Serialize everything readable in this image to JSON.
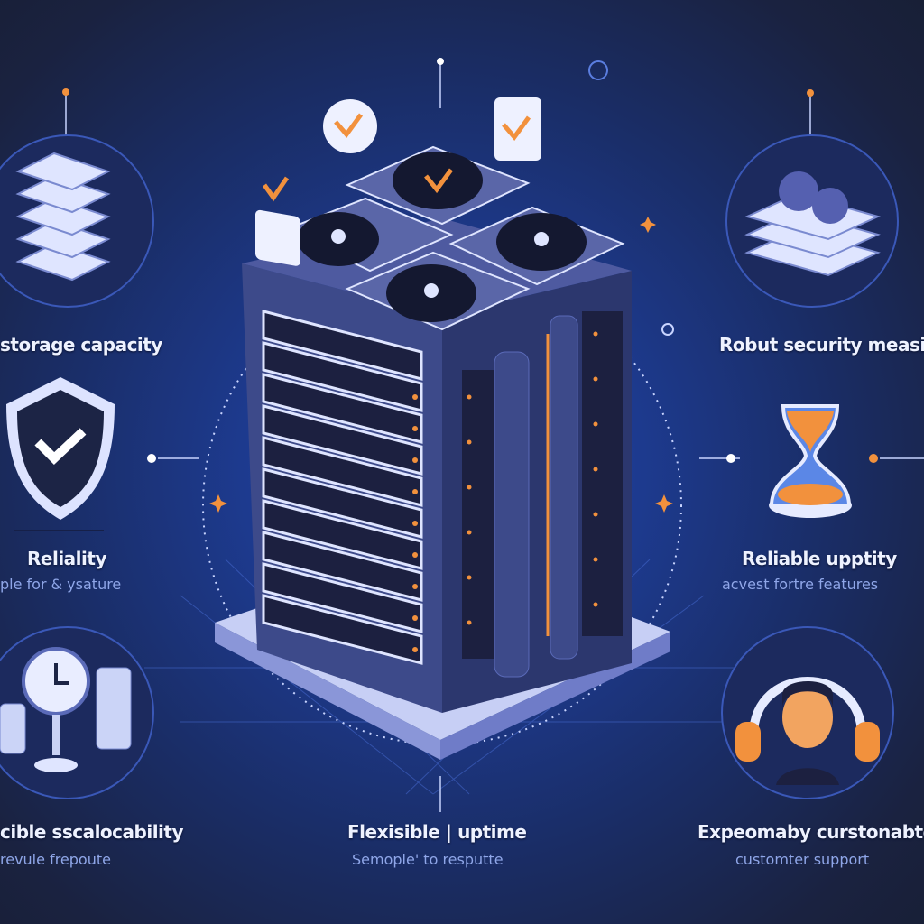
{
  "features": {
    "top_left": {
      "title": "storage capacity",
      "icon": "server-stack-icon"
    },
    "mid_left": {
      "title": "Reliality",
      "subtitle": "ple for & ysature",
      "icon": "shield-check-icon"
    },
    "bottom_left": {
      "title": "cible sscalocability",
      "subtitle": "revule frepoute",
      "icon": "clock-coins-icon"
    },
    "top_right": {
      "title": "Robut security measity",
      "icon": "gear-stack-icon"
    },
    "mid_right": {
      "title": "Reliable upptity",
      "subtitle": "acvest fortre features",
      "icon": "hourglass-icon"
    },
    "bottom_right": {
      "title": "Expeomaby curstonabte",
      "subtitle": "customter support",
      "icon": "headset-agent-icon"
    },
    "bottom_center": {
      "title": "Flexisible | uptime",
      "subtitle": "Semople' to resputte"
    }
  },
  "colors": {
    "accent": "#f2913d",
    "background": "#1d3a8e",
    "server": "#3d4a8a"
  }
}
